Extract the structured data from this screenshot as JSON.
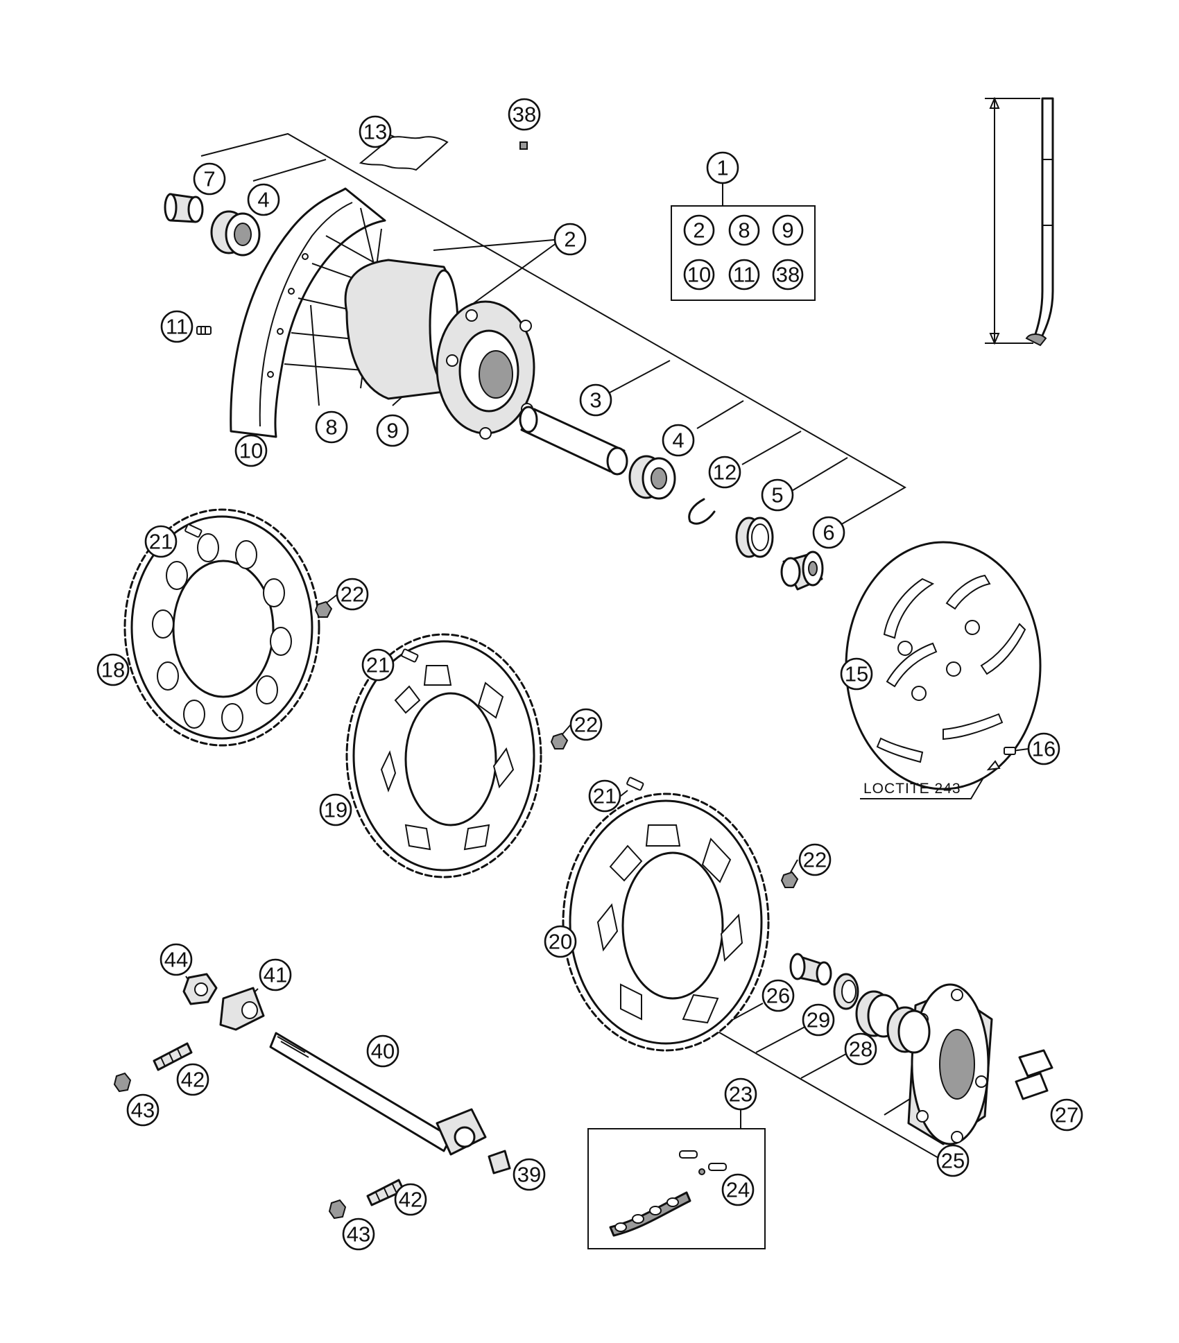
{
  "diagram": {
    "callouts": [
      "1",
      "2",
      "3",
      "4",
      "4",
      "5",
      "6",
      "7",
      "8",
      "9",
      "10",
      "11",
      "12",
      "13",
      "38",
      "2",
      "8",
      "9",
      "10",
      "11",
      "38",
      "15",
      "16",
      "18",
      "19",
      "20",
      "21",
      "21",
      "21",
      "22",
      "22",
      "22",
      "23",
      "24",
      "25",
      "26",
      "27",
      "28",
      "29",
      "39",
      "40",
      "41",
      "42",
      "42",
      "43",
      "43",
      "44"
    ],
    "note": "LOCTITE 243"
  },
  "colors": {
    "line": "#111111",
    "background": "#ffffff",
    "shade": "#9a9a9a"
  }
}
